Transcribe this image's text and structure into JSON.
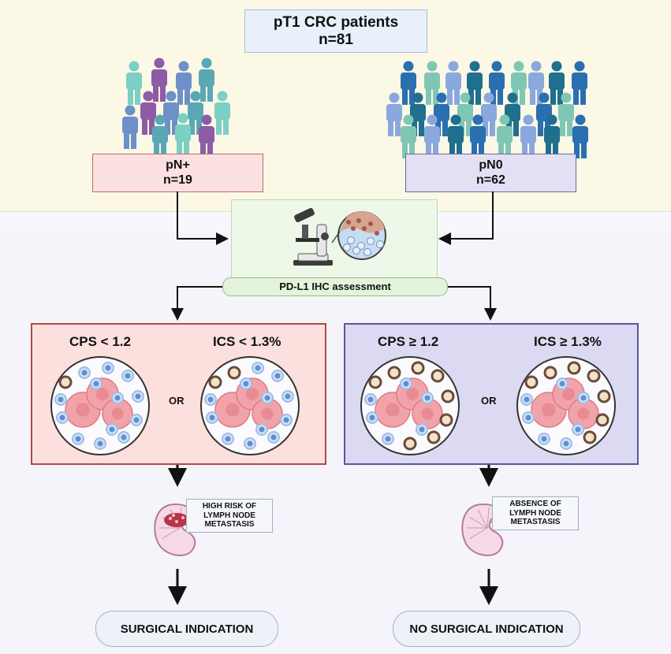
{
  "cohort": {
    "title": "pT1 CRC patients",
    "count": "n=81"
  },
  "groups": {
    "positive": {
      "label": "pN+",
      "count": "n=19"
    },
    "negative": {
      "label": "pN0",
      "count": "n=62"
    }
  },
  "assessment": {
    "label": "PD-L1 IHC assessment"
  },
  "outcomes": {
    "low": {
      "cps": "CPS < 1.2",
      "ics": "ICS < 1.3%",
      "or": "OR",
      "risk": [
        "HIGH RISK OF",
        "LYMPH NODE",
        "METASTASIS"
      ],
      "result": "SURGICAL INDICATION"
    },
    "high": {
      "cps": "CPS ≥ 1.2",
      "ics": "ICS ≥ 1.3%",
      "or": "OR",
      "risk": [
        "ABSENCE OF",
        "LYMPH NODE",
        "METASTASIS"
      ],
      "result": "NO SURGICAL INDICATION"
    }
  },
  "colors": {
    "positive_people": [
      "#7bcfc4",
      "#8e5ba6",
      "#6f8fc8",
      "#5aa8b4"
    ],
    "negative_people": [
      "#2a6fb0",
      "#7fc7b4",
      "#8aa8dd",
      "#1f6f8f"
    ],
    "tumor_cell": "#f2a3aa",
    "immune_cell": "#5d8fd4",
    "stained_cell": "#6a4a3a"
  }
}
